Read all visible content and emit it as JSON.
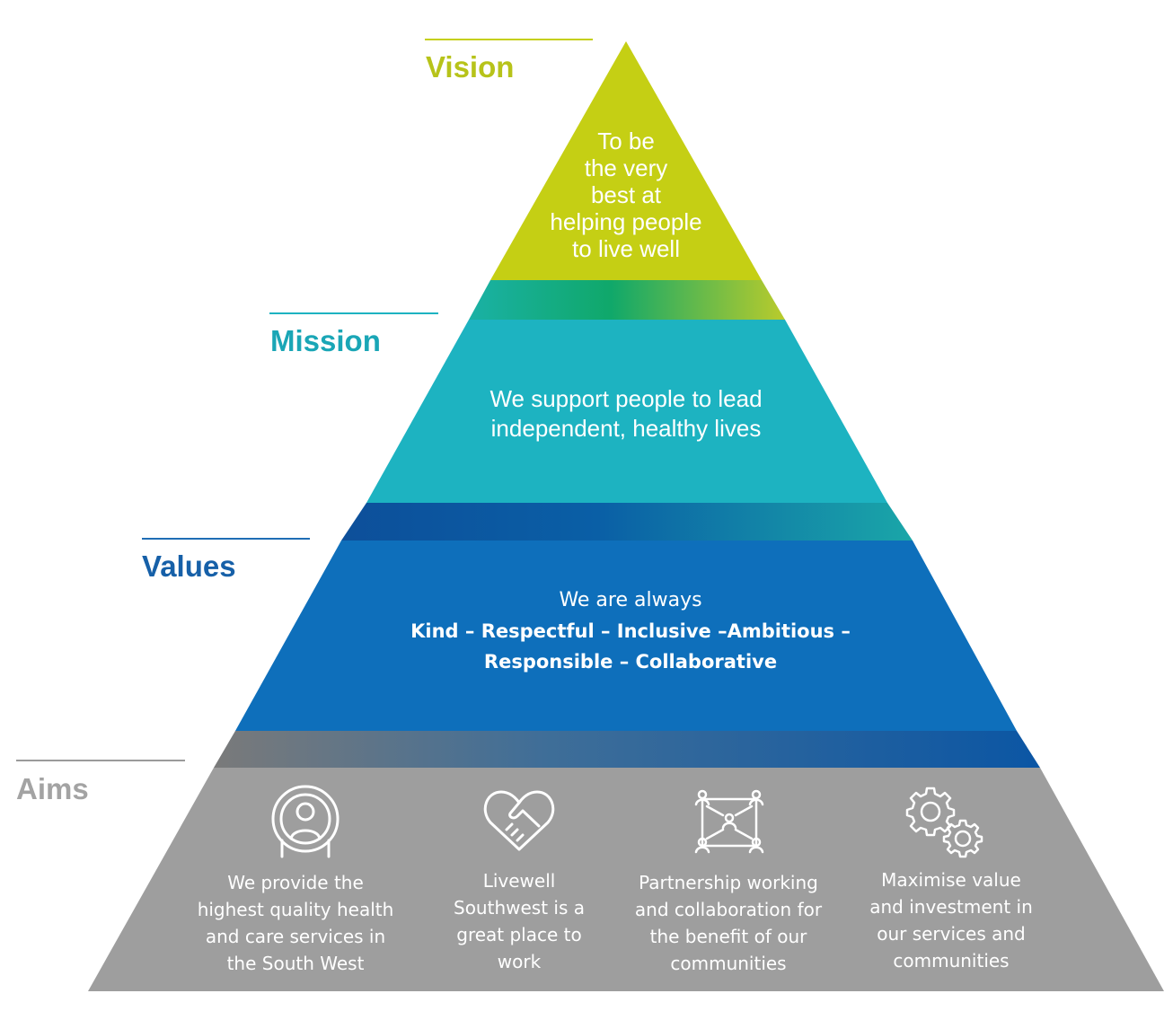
{
  "colors": {
    "vision": "#c5cf14",
    "vision_label": "#b7c31a",
    "mission": "#1db3c1",
    "mission_label": "#1aa6b6",
    "values": "#0e6fbb",
    "values_label": "#1660a8",
    "aims": "#9e9e9e",
    "aims_label": "#a3a3a3",
    "rule_vision": "#c5cf14",
    "rule_mission": "#1db3c1",
    "rule_values": "#1f6db5",
    "rule_aims": "#9a9a9a"
  },
  "vision": {
    "label": "Vision",
    "lines": [
      "To be",
      "the very",
      "best at",
      "helping people",
      "to live well"
    ]
  },
  "mission": {
    "label": "Mission",
    "lines": [
      "We support people to lead",
      "independent, healthy lives"
    ]
  },
  "values": {
    "label": "Values",
    "intro": "We are always",
    "list_line1": "Kind – Respectful – Inclusive –Ambitious –",
    "list_line2": "Responsible – Collaborative"
  },
  "aims": {
    "label": "Aims",
    "items": [
      {
        "icon": "person-circle-icon",
        "lines": [
          "We provide the",
          "highest quality health",
          "and care services in",
          "the South West"
        ]
      },
      {
        "icon": "heart-handshake-icon",
        "lines": [
          "Livewell",
          "Southwest is a",
          "great place to",
          "work"
        ]
      },
      {
        "icon": "network-people-icon",
        "lines": [
          "Partnership working",
          "and collaboration for",
          "the benefit of our",
          "communities"
        ]
      },
      {
        "icon": "gears-icon",
        "lines": [
          "Maximise value",
          "and investment in",
          "our services and",
          "communities"
        ]
      }
    ]
  }
}
